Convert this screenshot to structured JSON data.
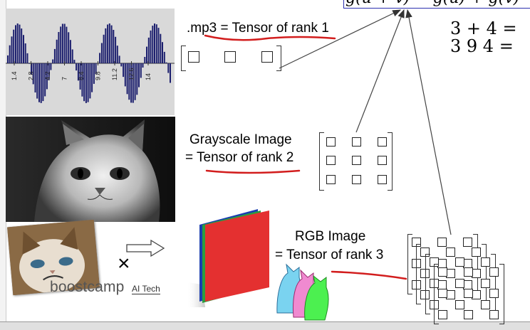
{
  "header_formula": "g(u + v) = g(u) + g(v)",
  "math_lines": [
    "3 + 4 =",
    "3 9 4 ="
  ],
  "waveform": {
    "tick_labels": [
      "1.4",
      "2.8",
      "4.2",
      "7",
      "8.4",
      "9.8",
      "11.2",
      "12.6",
      "14"
    ],
    "bar_color": "#1c1f6e"
  },
  "labels": {
    "mp3": ".mp3 = Tensor of rank 1",
    "gray_line1": "Grayscale Image",
    "gray_line2": "= Tensor of rank 2",
    "rgb_line1": "RGB Image",
    "rgb_line2": "= Tensor of rank 3"
  },
  "times_symbol": "×",
  "brand": {
    "name": "boostcamp",
    "sub": "AI Tech"
  },
  "colors": {
    "underline": "#d21d1d",
    "accent_box": "#2b2fb0"
  }
}
